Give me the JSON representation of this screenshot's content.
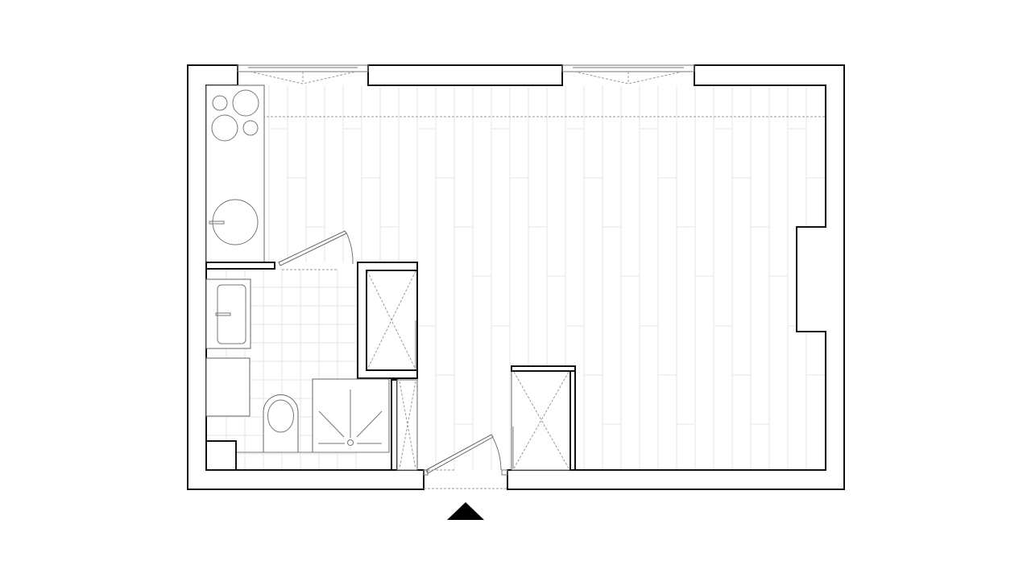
{
  "plan": {
    "type": "apartment-floor-plan",
    "rooms": [
      "living-area",
      "kitchen",
      "bathroom",
      "entry"
    ],
    "colors": {
      "wall": "#111111",
      "fixture": "#666666",
      "floor": "#e6e6e6"
    }
  }
}
